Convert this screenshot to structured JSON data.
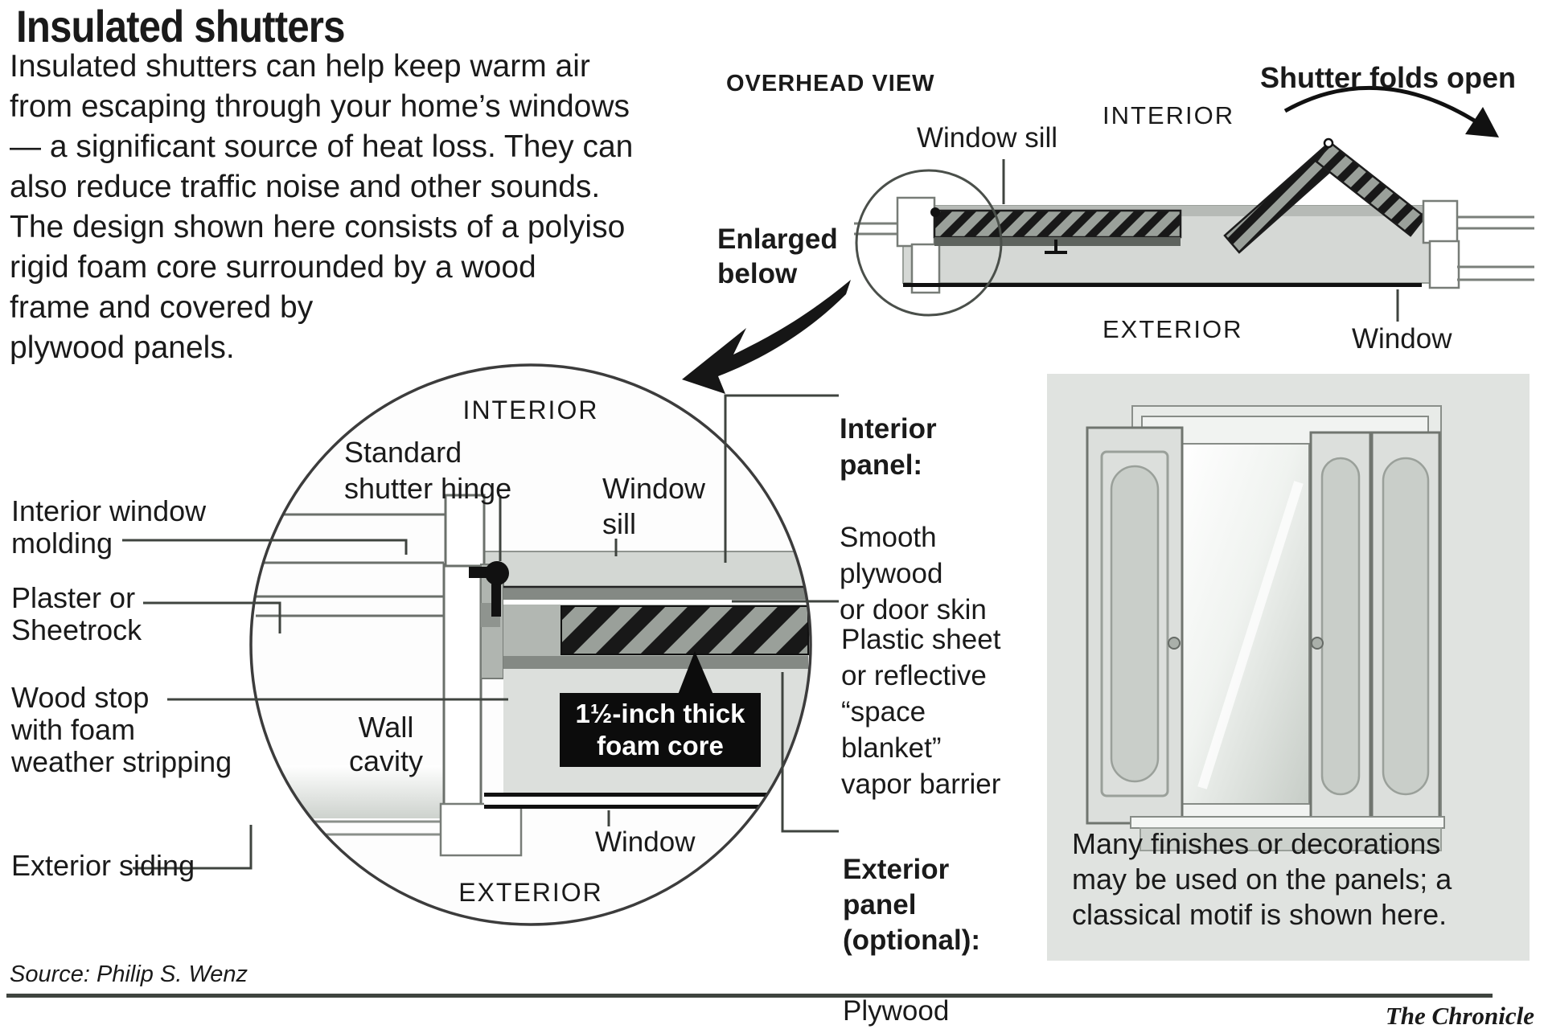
{
  "title": "Insulated shutters",
  "intro": "Insulated shutters can help keep warm air\nfrom escaping through your home’s windows\n— a significant source of heat loss. They can\nalso reduce traffic noise and other sounds.\nThe design shown here consists of a polyiso\nrigid foam core surrounded by a wood\nframe and covered by\nplywood panels.",
  "colors": {
    "sill_gray": "#d3d7d3",
    "panel_strip_gray": "#848984",
    "hatch_gray": "#9aa09a",
    "hatch_stripe": "#181818",
    "panel_bg": "#e0e3e0",
    "label_box": "#0c0c0c",
    "rule": "#3f443f"
  },
  "overhead": {
    "heading": "OVERHEAD VIEW",
    "window_sill": "Window sill",
    "interior": "INTERIOR",
    "shutter_folds_open": "Shutter folds open",
    "enlarged_below": "Enlarged\nbelow",
    "exterior": "EXTERIOR",
    "window": "Window"
  },
  "detail": {
    "interior": "INTERIOR",
    "standard_shutter_hinge": "Standard\nshutter hinge",
    "window_sill": "Window\nsill",
    "interior_window_molding": "Interior window\nmolding",
    "plaster_or_sheetrock": "Plaster or\nSheetrock",
    "wood_stop": "Wood stop\nwith foam\nweather stripping",
    "wall_cavity": "Wall\ncavity",
    "exterior_siding": "Exterior siding",
    "window": "Window",
    "exterior": "EXTERIOR",
    "foam_core": "1½-inch thick\nfoam core",
    "interior_panel_bold": "Interior\npanel:",
    "interior_panel_rest": "Smooth\nplywood\nor door skin",
    "plastic_sheet": "Plastic sheet\nor reflective\n“space\nblanket”\nvapor barrier",
    "exterior_panel_bold": "Exterior\npanel\n(optional):",
    "exterior_panel_rest": "Plywood"
  },
  "panel": {
    "caption": "Many finishes or decorations\nmay be used on the panels; a\nclassical motif is shown here."
  },
  "footer": {
    "source": "Source: Philip S. Wenz",
    "credit": "The Chronicle"
  }
}
